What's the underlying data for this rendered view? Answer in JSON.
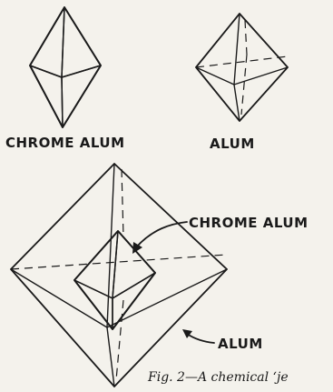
{
  "labels": {
    "chrome_alum_small": "CHROME ALUM",
    "alum_small": "ALUM",
    "chrome_alum_pointer": "CHROME ALUM",
    "alum_pointer": "ALUM"
  },
  "caption": "Fig. 2—A chemical ‘je",
  "colors": {
    "paper": "#f4f2ec",
    "ink": "#1a1a1a"
  }
}
